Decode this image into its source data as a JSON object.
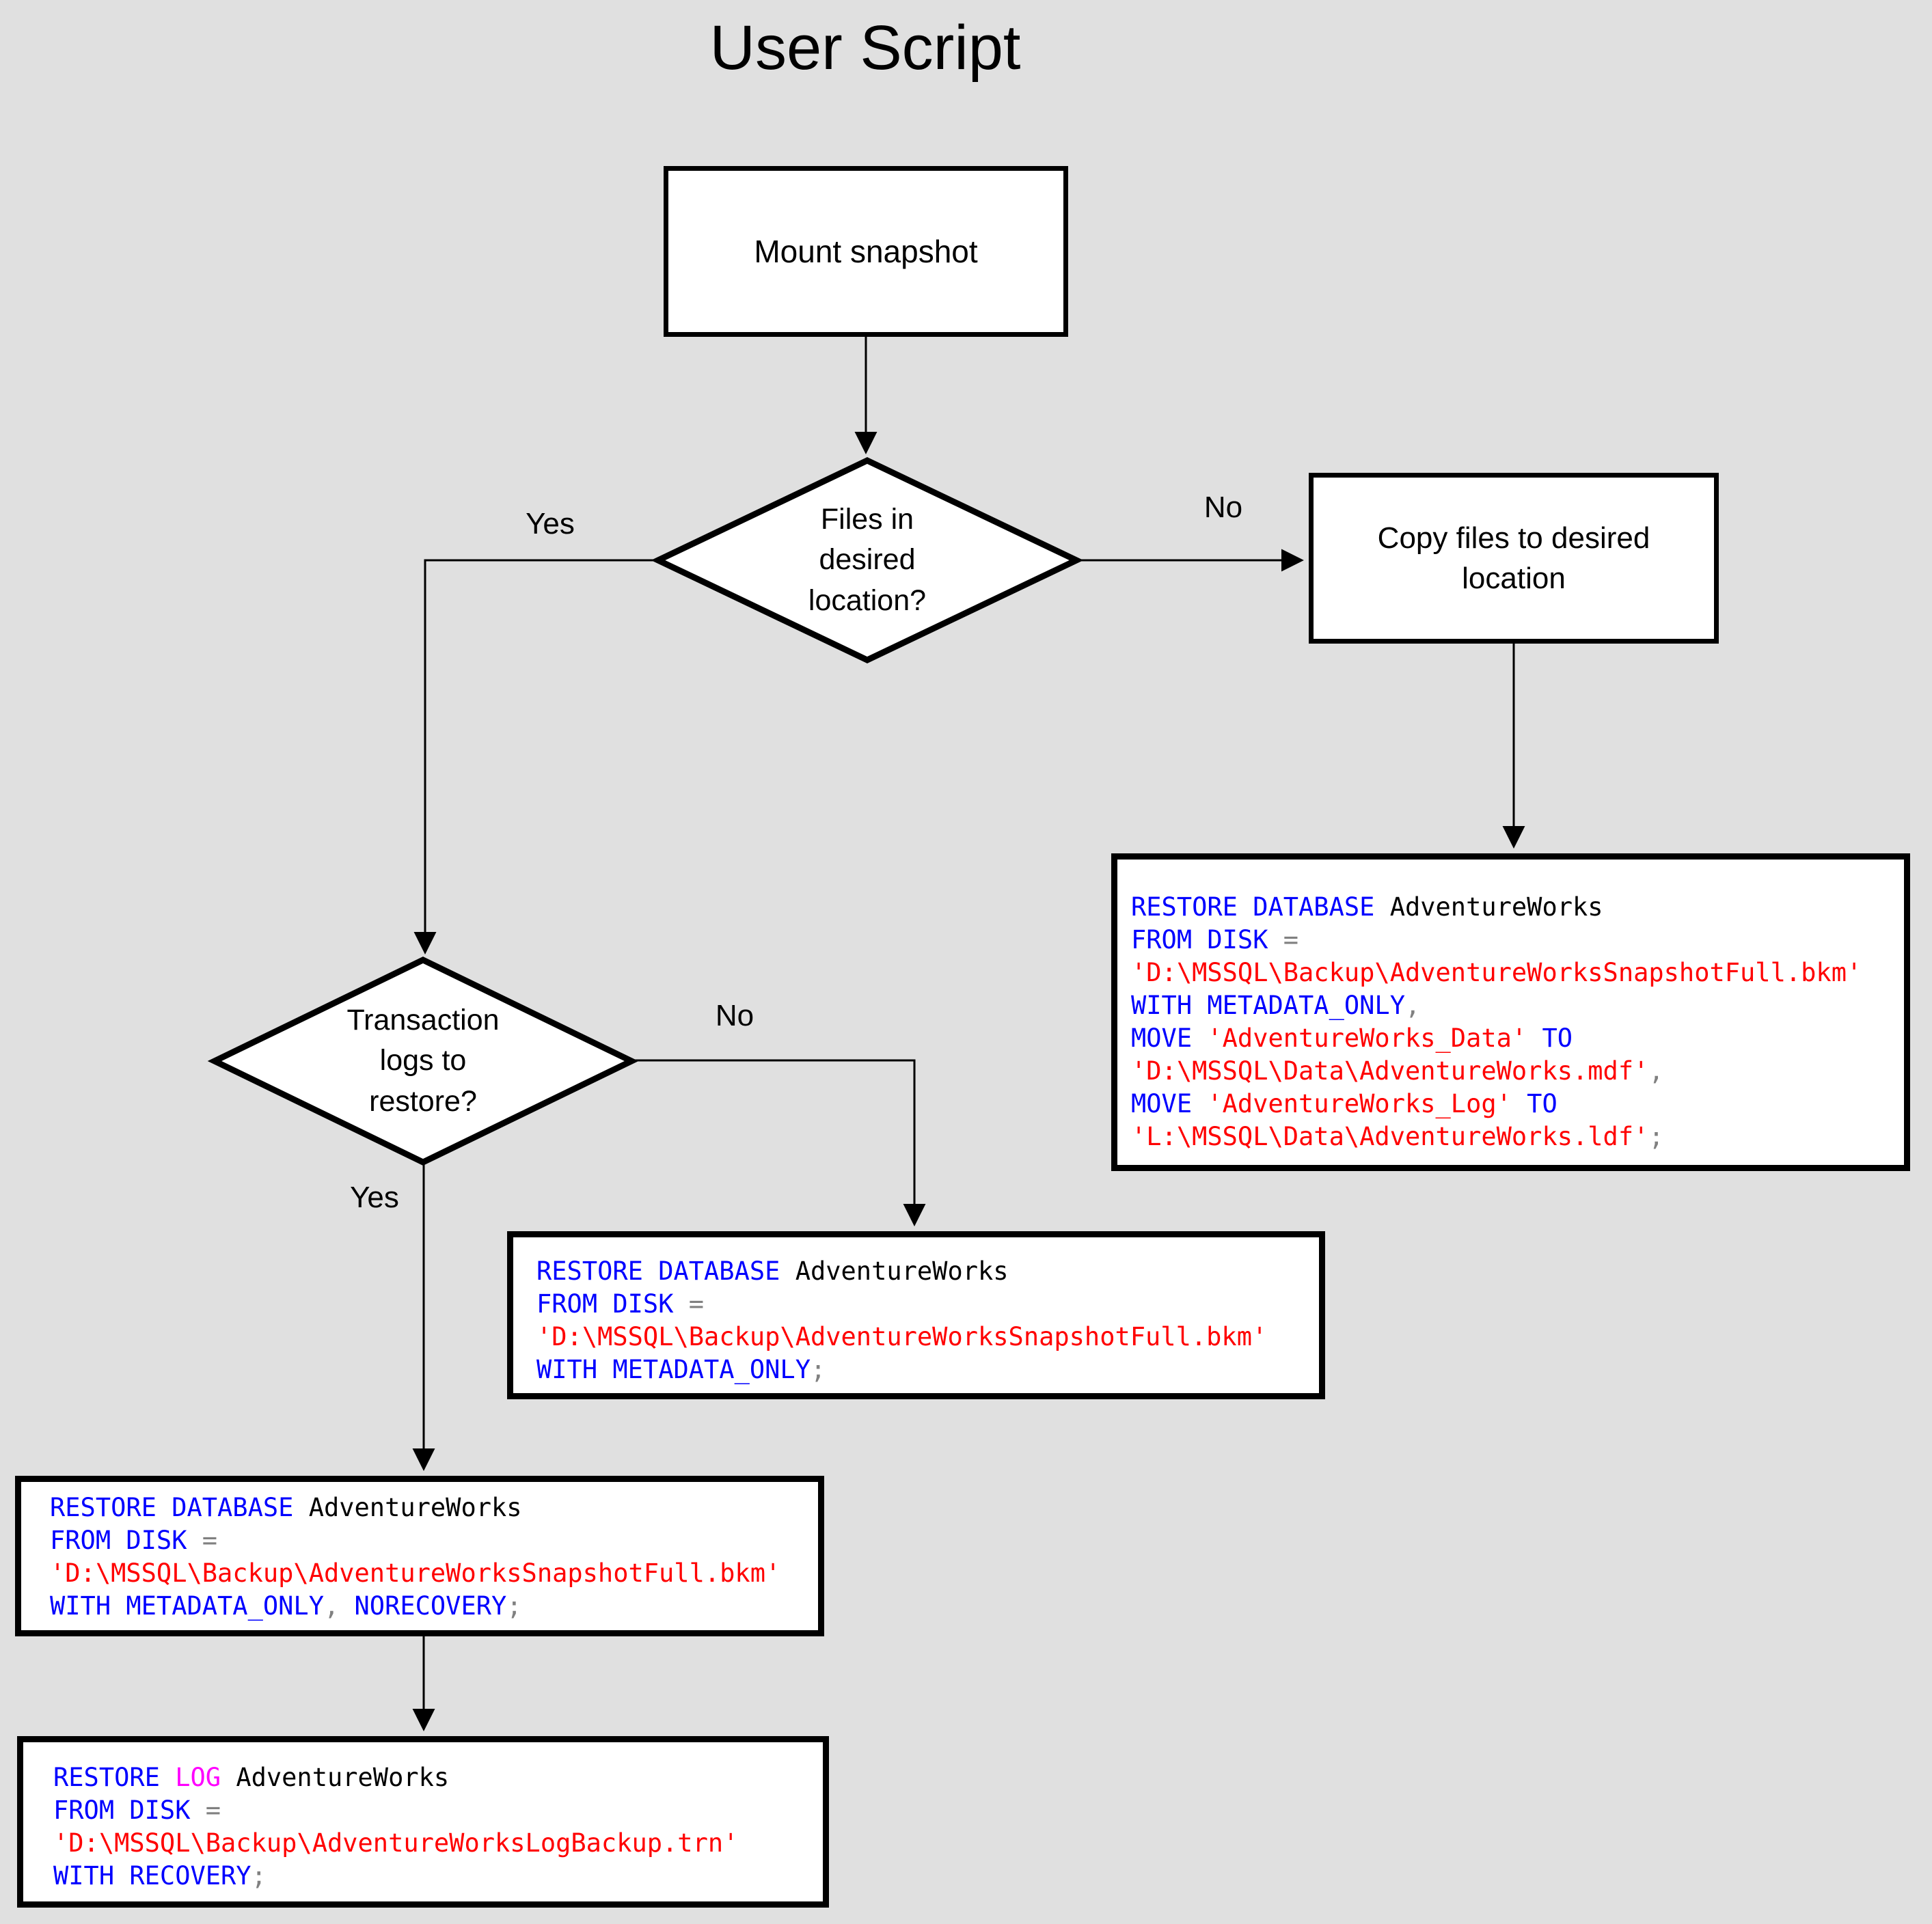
{
  "title": "User Script",
  "nodes": {
    "mount": {
      "label": "Mount snapshot"
    },
    "files_decision": {
      "label": "Files in\ndesired\nlocation?"
    },
    "copy_files": {
      "label": "Copy files to desired\nlocation"
    },
    "logs_decision": {
      "label": "Transaction\nlogs to\nrestore?"
    }
  },
  "edge_labels": {
    "files_no": "No",
    "files_yes": "Yes",
    "logs_no": "No",
    "logs_yes": "Yes"
  },
  "colors": {
    "background": "#e0e0e0",
    "shape_fill": "#ffffff",
    "shape_border": "#000000",
    "keyword": "#0000ff",
    "string": "#ff0000",
    "operator": "#808080",
    "identifier": "#000000",
    "log_keyword": "#ff00ff"
  },
  "code_blocks": {
    "restore_move": [
      [
        [
          "kw",
          "RESTORE DATABASE"
        ],
        [
          "id",
          " AdventureWorks"
        ]
      ],
      [
        [
          "kw",
          "FROM DISK"
        ],
        [
          "op",
          " ="
        ]
      ],
      [
        [
          "str",
          "'D:\\MSSQL\\Backup\\AdventureWorksSnapshotFull.bkm'"
        ]
      ],
      [
        [
          "kw",
          "WITH METADATA_ONLY"
        ],
        [
          "op",
          ","
        ]
      ],
      [
        [
          "kw",
          "MOVE"
        ],
        [
          "str",
          " 'AdventureWorks_Data'"
        ],
        [
          "kw",
          " TO"
        ]
      ],
      [
        [
          "str",
          "'D:\\MSSQL\\Data\\AdventureWorks.mdf'"
        ],
        [
          "op",
          ","
        ]
      ],
      [
        [
          "kw",
          "MOVE"
        ],
        [
          "str",
          " 'AdventureWorks_Log'"
        ],
        [
          "kw",
          " TO"
        ]
      ],
      [
        [
          "str",
          "'L:\\MSSQL\\Data\\AdventureWorks.ldf'"
        ],
        [
          "op",
          ";"
        ]
      ]
    ],
    "restore_metadata": [
      [
        [
          "kw",
          "RESTORE DATABASE"
        ],
        [
          "id",
          " AdventureWorks"
        ]
      ],
      [
        [
          "kw",
          "FROM DISK"
        ],
        [
          "op",
          " ="
        ]
      ],
      [
        [
          "str",
          "'D:\\MSSQL\\Backup\\AdventureWorksSnapshotFull.bkm'"
        ]
      ],
      [
        [
          "kw",
          "WITH METADATA_ONLY"
        ],
        [
          "op",
          ";"
        ]
      ]
    ],
    "restore_norecovery": [
      [
        [
          "kw",
          "RESTORE DATABASE"
        ],
        [
          "id",
          " AdventureWorks"
        ]
      ],
      [
        [
          "kw",
          "FROM DISK"
        ],
        [
          "op",
          " ="
        ]
      ],
      [
        [
          "str",
          "'D:\\MSSQL\\Backup\\AdventureWorksSnapshotFull.bkm'"
        ]
      ],
      [
        [
          "kw",
          "WITH METADATA_ONLY"
        ],
        [
          "op",
          ","
        ],
        [
          "kw",
          " NORECOVERY"
        ],
        [
          "op",
          ";"
        ]
      ]
    ],
    "restore_log": [
      [
        [
          "kw",
          "RESTORE"
        ],
        [
          "mag",
          " LOG"
        ],
        [
          "id",
          " AdventureWorks"
        ]
      ],
      [
        [
          "kw",
          "FROM DISK"
        ],
        [
          "op",
          " ="
        ]
      ],
      [
        [
          "str",
          "'D:\\MSSQL\\Backup\\AdventureWorksLogBackup.trn'"
        ]
      ],
      [
        [
          "kw",
          "WITH RECOVERY"
        ],
        [
          "op",
          ";"
        ]
      ]
    ]
  }
}
